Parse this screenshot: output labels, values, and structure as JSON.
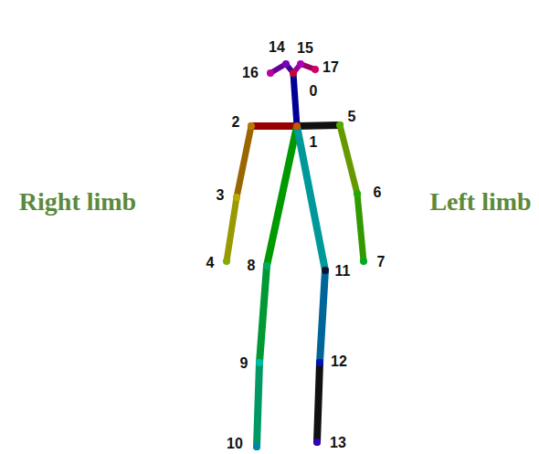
{
  "diagram": {
    "labels": [
      "14",
      "15",
      "16",
      "17",
      "0",
      "2",
      "1",
      "5",
      "Right limb",
      "3",
      "6",
      "Left limb",
      "4",
      "8",
      "11",
      "7",
      "9",
      "12",
      "10",
      "13"
    ]
  }
}
